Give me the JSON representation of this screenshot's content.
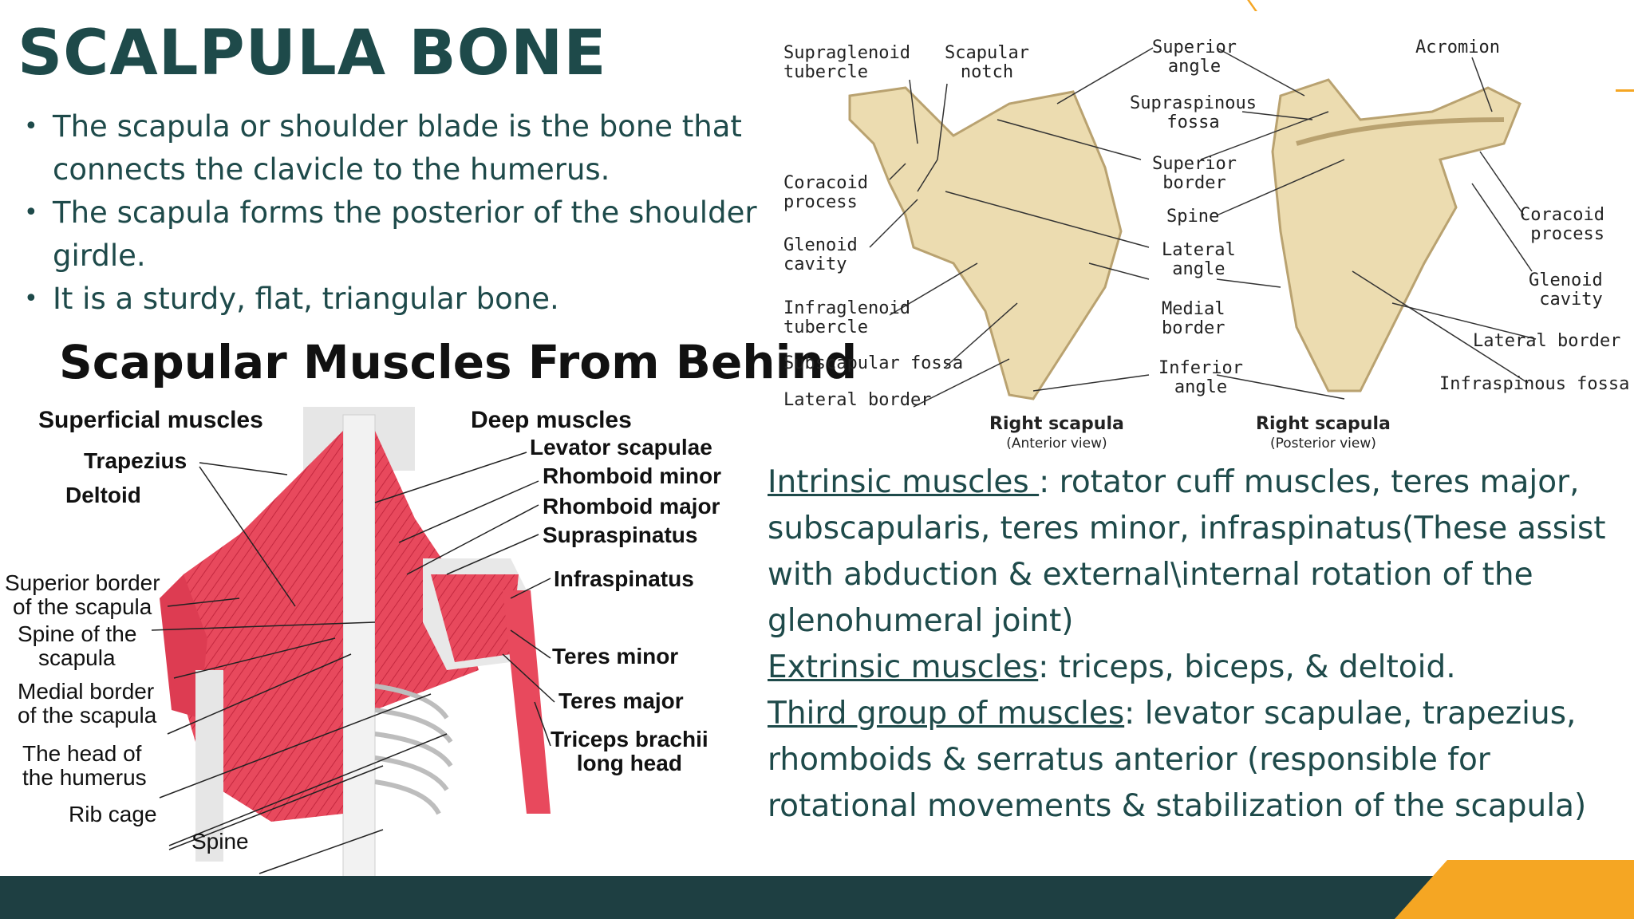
{
  "title": "SCALPULA BONE",
  "bullets": [
    "The scapula or shoulder blade is the bone that connects the clavicle to the humerus.",
    "The scapula forms the posterior of the shoulder girdle.",
    "It is a sturdy, flat, triangular bone."
  ],
  "muscle_figure": {
    "title": "Scapular Muscles From Behind",
    "superficial_heading": "Superficial muscles",
    "deep_heading": "Deep muscles",
    "left_labels": {
      "trapezius": "Trapezius",
      "deltoid": "Deltoid",
      "superior_border_1": "Superior border",
      "superior_border_2": "of the scapula",
      "spine_scapula_1": "Spine of the",
      "spine_scapula_2": "scapula",
      "medial_border_1": "Medial border",
      "medial_border_2": "of the scapula",
      "head_humerus_1": "The head of",
      "head_humerus_2": "the humerus",
      "rib_cage": "Rib cage",
      "spine": "Spine"
    },
    "right_labels": {
      "levator": "Levator scapulae",
      "rhomboid_minor": "Rhomboid minor",
      "rhomboid_major": "Rhomboid major",
      "supraspinatus": "Supraspinatus",
      "infraspinatus": "Infraspinatus",
      "teres_minor": "Teres minor",
      "teres_major": "Teres major",
      "triceps_1": "Triceps brachii",
      "triceps_2": "long head"
    }
  },
  "scapula_figure": {
    "supraglenoid_1": "Supraglenoid",
    "supraglenoid_2": "tubercle",
    "scapular_notch_1": "Scapular",
    "scapular_notch_2": "notch",
    "superior_angle_1": "Superior",
    "superior_angle_2": "angle",
    "acromion": "Acromion",
    "supraspinous_1": "Supraspinous",
    "supraspinous_2": "fossa",
    "coracoid_l_1": "Coracoid",
    "coracoid_l_2": "process",
    "superior_border_1": "Superior",
    "superior_border_2": "border",
    "spine": "Spine",
    "coracoid_r_1": "Coracoid",
    "coracoid_r_2": "process",
    "glenoid_l_1": "Glenoid",
    "glenoid_l_2": "cavity",
    "lateral_angle_1": "Lateral",
    "lateral_angle_2": "angle",
    "glenoid_r_1": "Glenoid",
    "glenoid_r_2": "cavity",
    "infraglenoid_1": "Infraglenoid",
    "infraglenoid_2": "tubercle",
    "medial_border_1": "Medial",
    "medial_border_2": "border",
    "lateral_border_r": "Lateral border",
    "subscapular_fossa": "Subscapular fossa",
    "inferior_angle_1": "Inferior",
    "inferior_angle_2": "angle",
    "infraspinous_fossa": "Infraspinous fossa",
    "lateral_border_l": "Lateral border",
    "anterior_caption": "Right scapula",
    "anterior_sub": "(Anterior view)",
    "posterior_caption": "Right scapula",
    "posterior_sub": "(Posterior view)"
  },
  "description": {
    "intrinsic_label": "Intrinsic muscles ",
    "intrinsic_text": ": rotator cuff muscles, teres major, subscapularis, teres minor, infraspinatus(These assist with abduction & external\\internal rotation of the glenohumeral joint)",
    "extrinsic_label": "Extrinsic muscles",
    "extrinsic_text": ": triceps, biceps, & deltoid.",
    "third_label": "Third group of muscles",
    "third_text": ": levator scapulae, trapezius, rhomboids & serratus anterior (responsible for rotational movements & stabilization of the scapula)"
  },
  "colors": {
    "primary": "#1e4a4a",
    "footer": "#1e3f42",
    "accent": "#f5a623",
    "muscle": "#e8495d",
    "bone": "#ecdcb0"
  }
}
